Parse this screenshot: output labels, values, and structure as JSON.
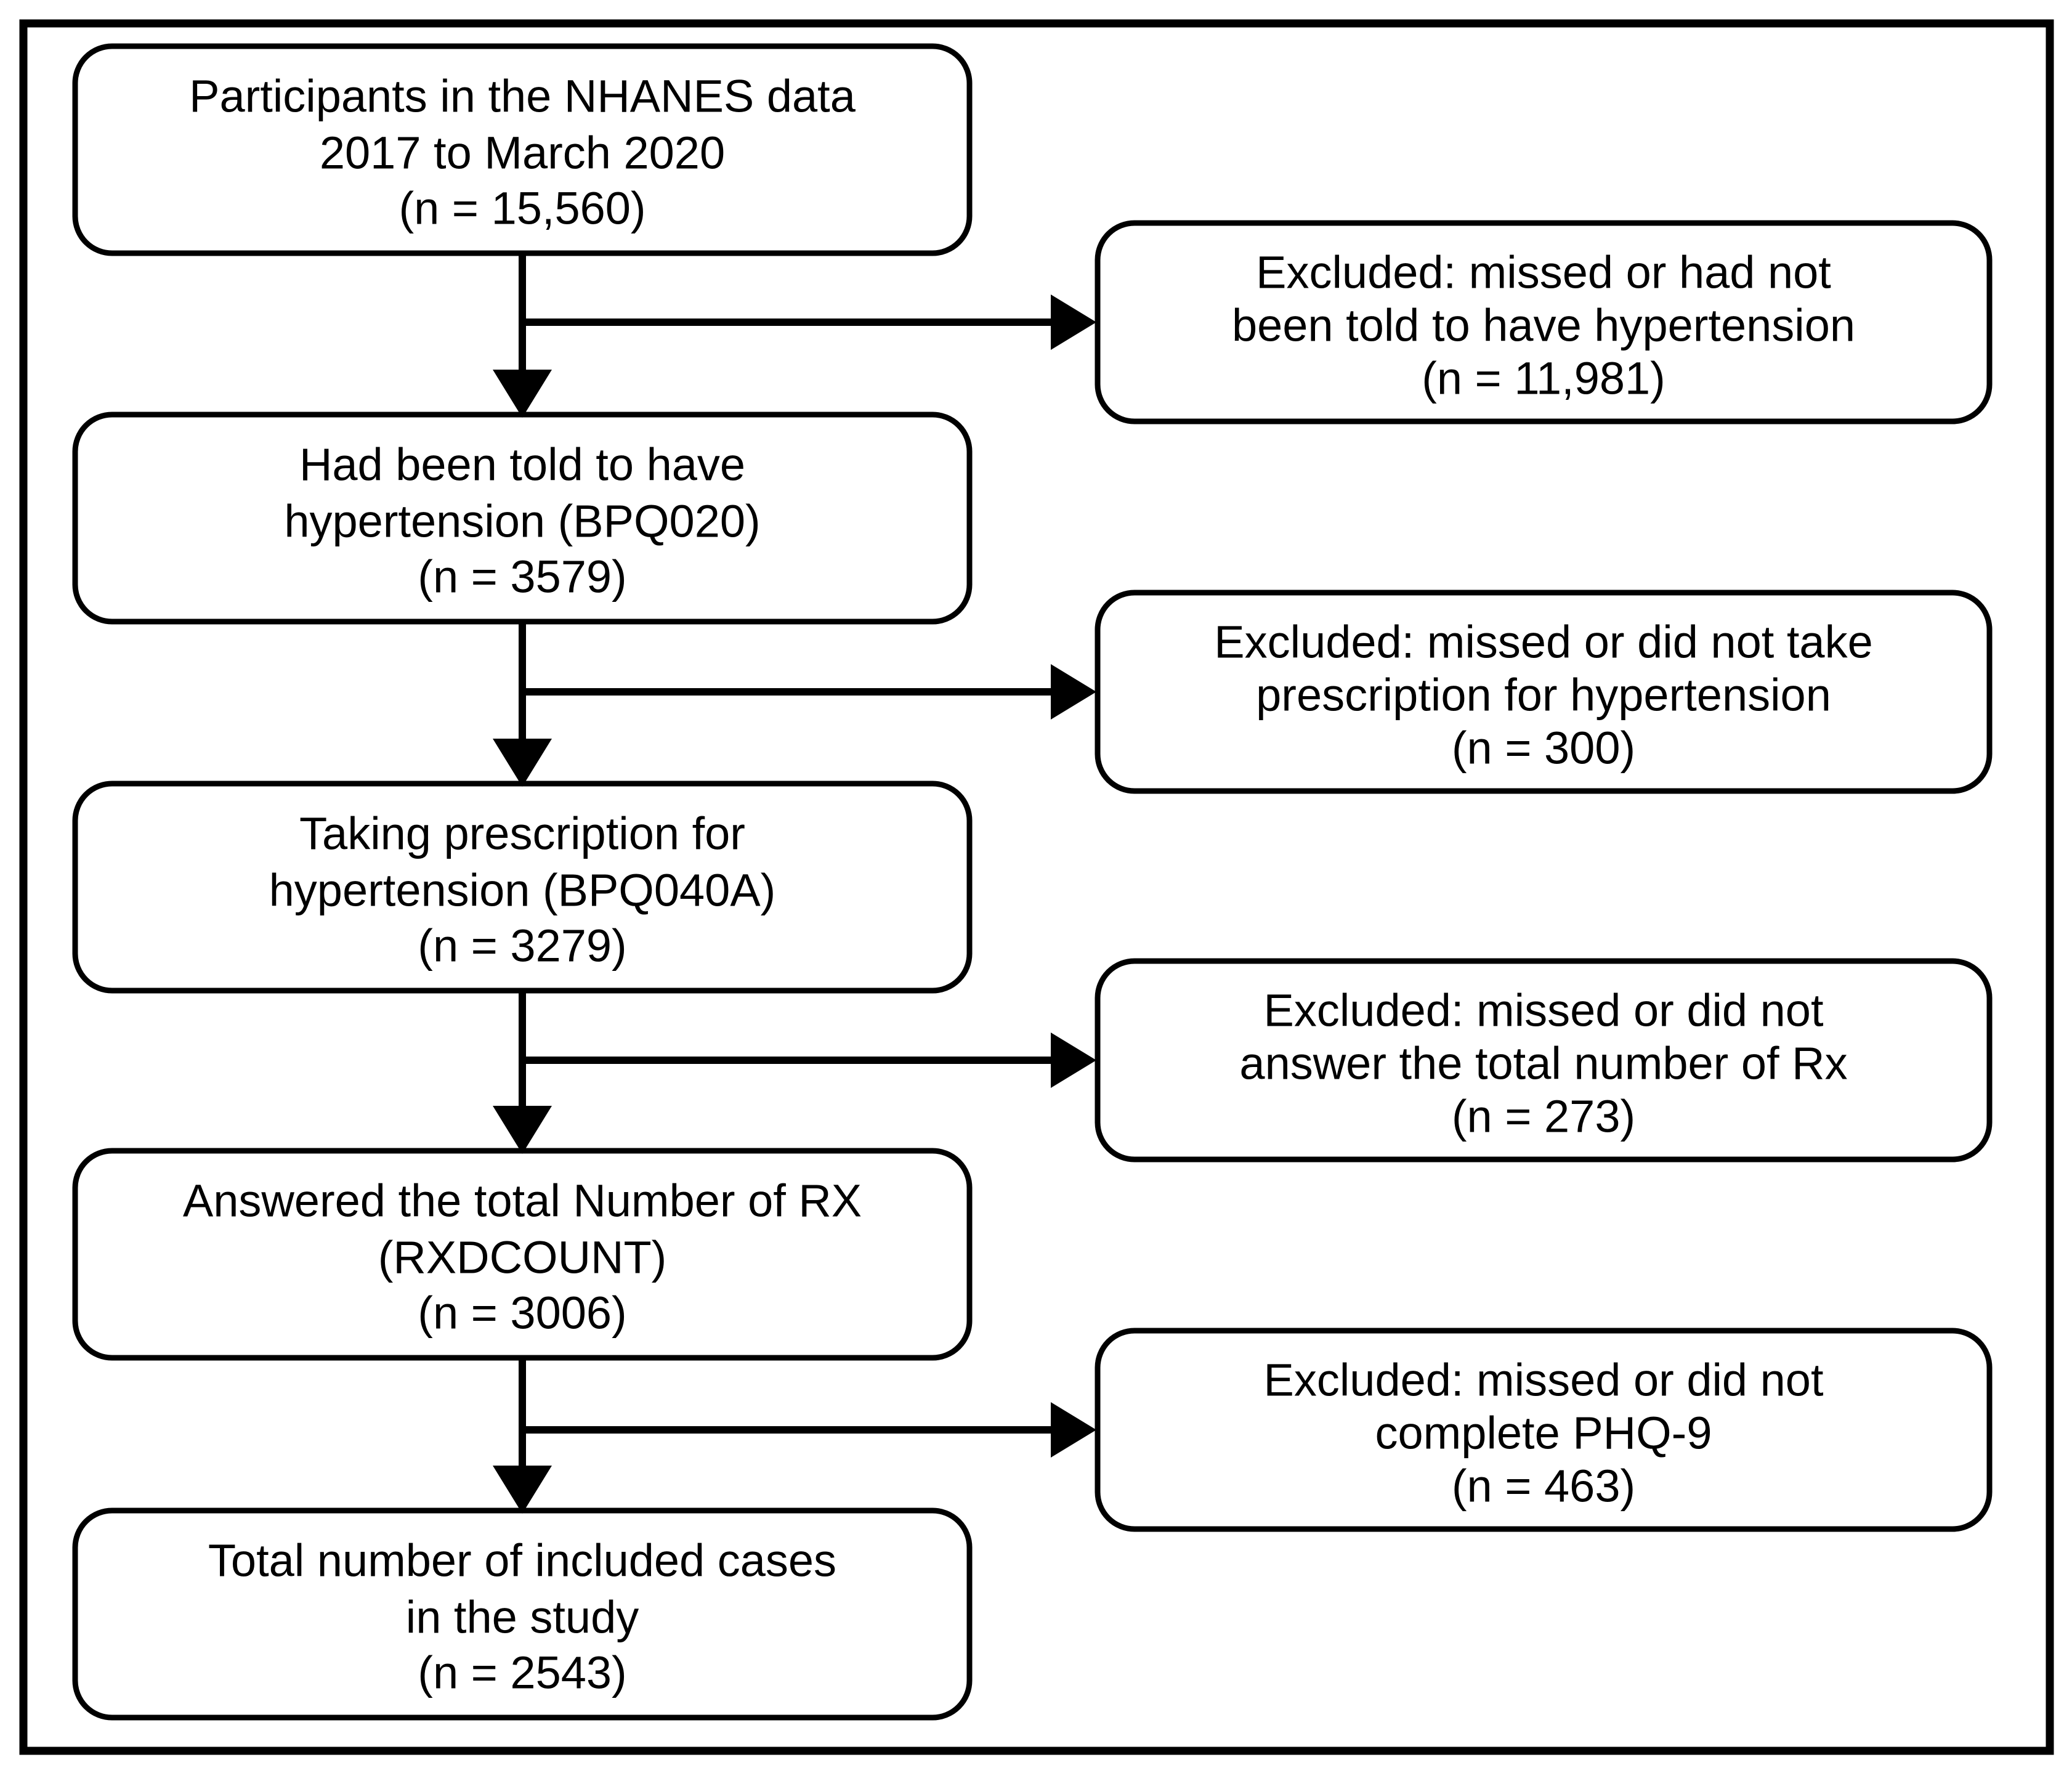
{
  "figure": {
    "type": "participant-flow-diagram",
    "title_text": "",
    "border_color": "#000000",
    "box_fill": "#ffffff",
    "line_color": "#000000"
  },
  "main_flow": [
    {
      "id": "node-participants",
      "line1": "Participants in the NHANES data",
      "line2": "2017 to March 2020",
      "line3": "(n = 15,560)",
      "n": 15560
    },
    {
      "id": "node-told-hypertension",
      "line1": "Had been told to have",
      "line2": "hypertension (BPQ020)",
      "line3": "(n = 3579)",
      "n": 3579
    },
    {
      "id": "node-taking-prescription",
      "line1": "Taking prescription for",
      "line2": "hypertension (BPQ040A)",
      "line3": "(n = 3279)",
      "n": 3279
    },
    {
      "id": "node-answered-rx",
      "line1": "Answered the total Number of RX",
      "line2": "(RXDCOUNT)",
      "line3": "(n = 3006)",
      "n": 3006
    },
    {
      "id": "node-included-cases",
      "line1": "Total number of included cases",
      "line2": "in the study",
      "line3": "(n = 2543)",
      "n": 2543
    }
  ],
  "exclusions": [
    {
      "id": "node-excluded-hypertension",
      "line1": "Excluded: missed or had not",
      "line2": "been told to have hypertension",
      "line3": "(n = 11,981)",
      "n": 11981
    },
    {
      "id": "node-excluded-prescription",
      "line1": "Excluded: missed or did not take",
      "line2": "prescription for hypertension",
      "line3": "(n = 300)",
      "n": 300
    },
    {
      "id": "node-excluded-rxcount",
      "line1": "Excluded: missed or did not",
      "line2": "answer the total number of Rx",
      "line3": "(n = 273)",
      "n": 273
    },
    {
      "id": "node-excluded-phq9",
      "line1": "Excluded: missed or did not",
      "line2": "complete PHQ-9",
      "line3": "(n = 463)",
      "n": 463
    }
  ]
}
